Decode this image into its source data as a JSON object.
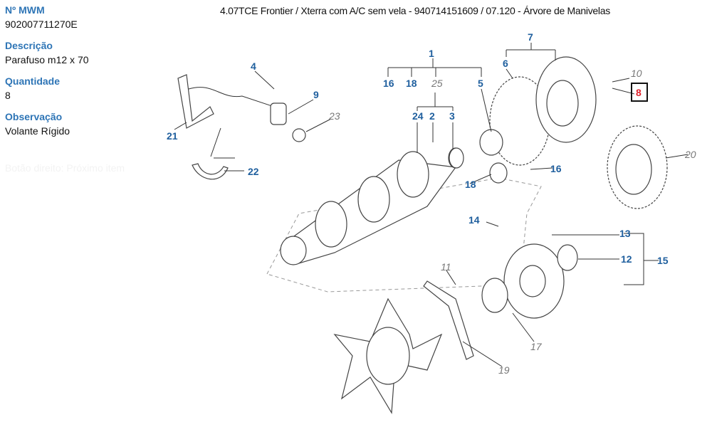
{
  "title": "4.07TCE Frontier / Xterra com A/C sem vela - 940714151609  /  07.120 - Árvore de Manivelas",
  "details": {
    "part_no_label": "Nº MWM",
    "part_no": "902007711270E",
    "desc_label": "Descrição",
    "desc": "Parafuso m12 x 70",
    "qty_label": "Quantidade",
    "qty": "8",
    "obs_label": "Observação",
    "obs": "Volante Rígido",
    "hint": "Botão direito: Próximo item"
  },
  "callouts": {
    "c1": "1",
    "c16a": "16",
    "c18a": "18",
    "c25": "25",
    "c5": "5",
    "c7": "7",
    "c6": "6",
    "c4": "4",
    "c9": "9",
    "c23": "23",
    "c21": "21",
    "c22": "22",
    "c24": "24",
    "c2": "2",
    "c3": "3",
    "c10": "10",
    "c8": "8",
    "c20": "20",
    "c16b": "16",
    "c18b": "18",
    "c14": "14",
    "c13": "13",
    "c12": "12",
    "c15": "15",
    "c11": "11",
    "c17": "17",
    "c19": "19"
  },
  "selected_color": "#e0202a"
}
